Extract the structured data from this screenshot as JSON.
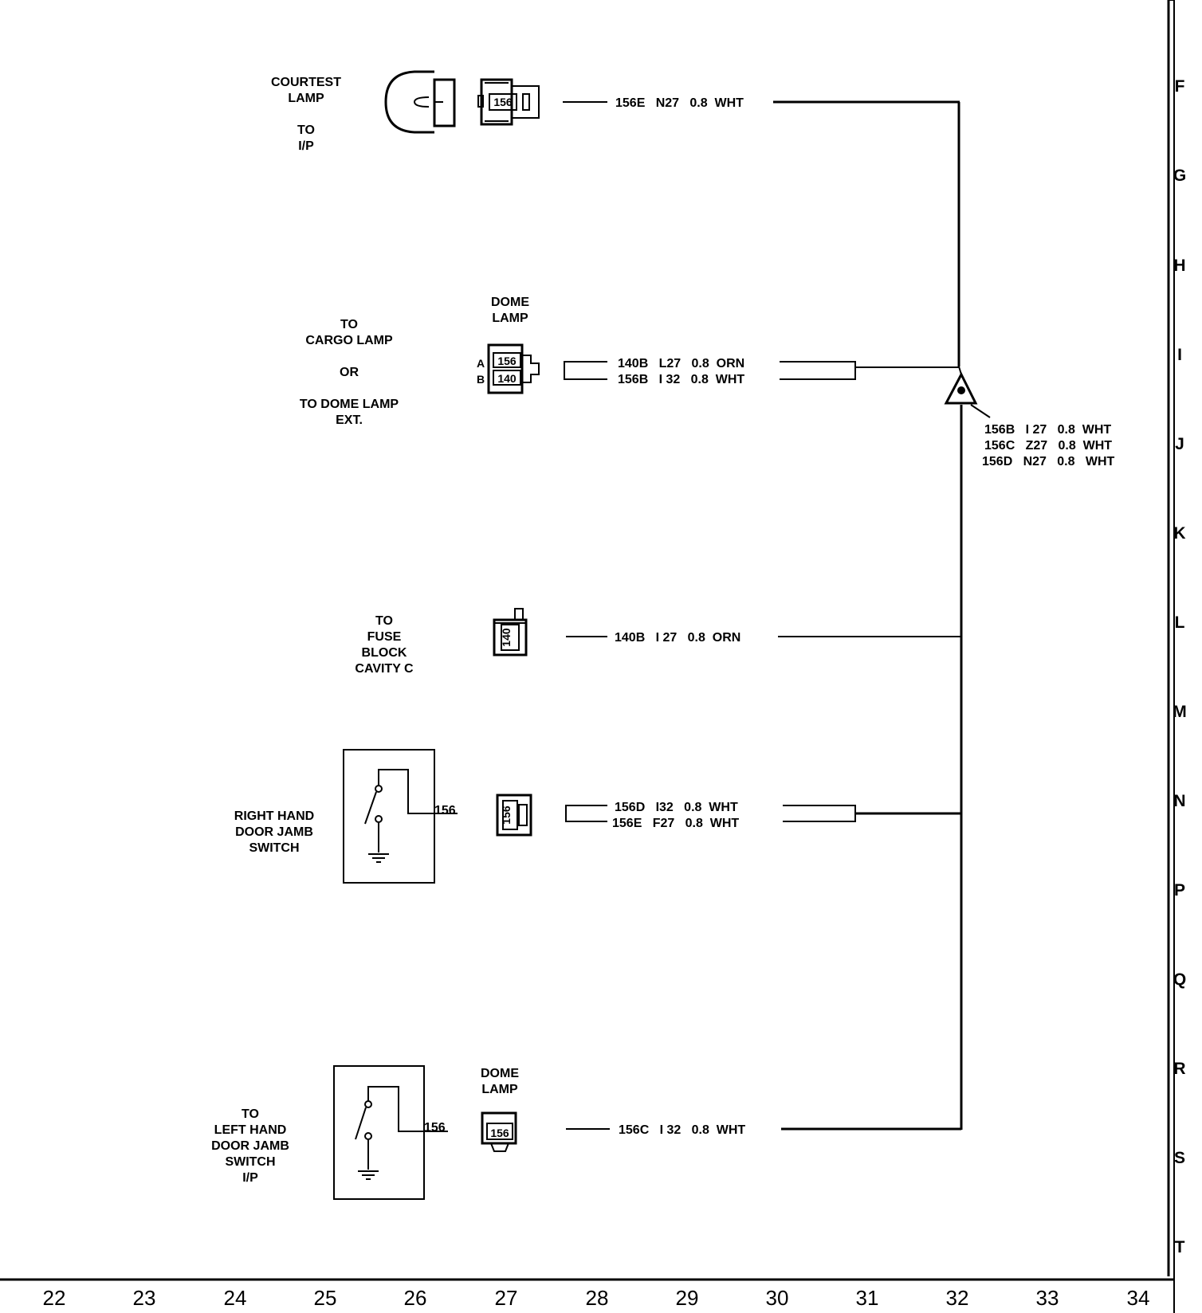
{
  "components": {
    "courtesy_lamp": {
      "lines": [
        "COURTEST",
        "LAMP",
        "",
        "TO",
        "I/P"
      ],
      "pin": "156"
    },
    "cargo_lamp": {
      "lines": [
        "TO",
        "CARGO LAMP",
        "",
        "OR",
        "",
        "TO DOME LAMP",
        "EXT."
      ]
    },
    "dome_lamp_top": {
      "lines": [
        "DOME",
        "LAMP"
      ],
      "pin_a_label": "A",
      "pin_b_label": "B",
      "pin_a": "156",
      "pin_b": "140"
    },
    "fuse_block": {
      "lines": [
        "TO",
        "FUSE",
        "BLOCK",
        "CAVITY C"
      ],
      "pin": "140"
    },
    "rh_switch": {
      "lines": [
        "RIGHT HAND",
        "DOOR JAMB",
        "SWITCH"
      ],
      "terminal": "156",
      "pin": "156"
    },
    "dome_lamp_bottom": {
      "lines": [
        "DOME",
        "LAMP"
      ],
      "pin": "156"
    },
    "lh_switch": {
      "lines": [
        "TO",
        "LEFT HAND",
        "DOOR JAMB",
        "SWITCH",
        "I/P"
      ],
      "terminal": "156"
    }
  },
  "wires": {
    "courtesy": "156E   N27   0.8  WHT",
    "dome_a": "140B   L27   0.8  ORN",
    "dome_b": "156B   I 32   0.8  WHT",
    "fuse": "140B   I 27   0.8  ORN",
    "rh_a": "156D   I32   0.8  WHT",
    "rh_b": "156E   F27   0.8  WHT",
    "lh": "156C   I 32   0.8  WHT",
    "splice": [
      "156B   I 27   0.8  WHT",
      "156C   Z27   0.8  WHT",
      "156D   N27   0.8   WHT"
    ]
  },
  "grid": {
    "rows": [
      "F",
      "G",
      "H",
      "I",
      "J",
      "K",
      "L",
      "M",
      "N",
      "P",
      "Q",
      "R",
      "S",
      "T"
    ],
    "columns": [
      "22",
      "23",
      "24",
      "25",
      "26",
      "27",
      "28",
      "29",
      "30",
      "31",
      "32",
      "33",
      "34"
    ]
  }
}
